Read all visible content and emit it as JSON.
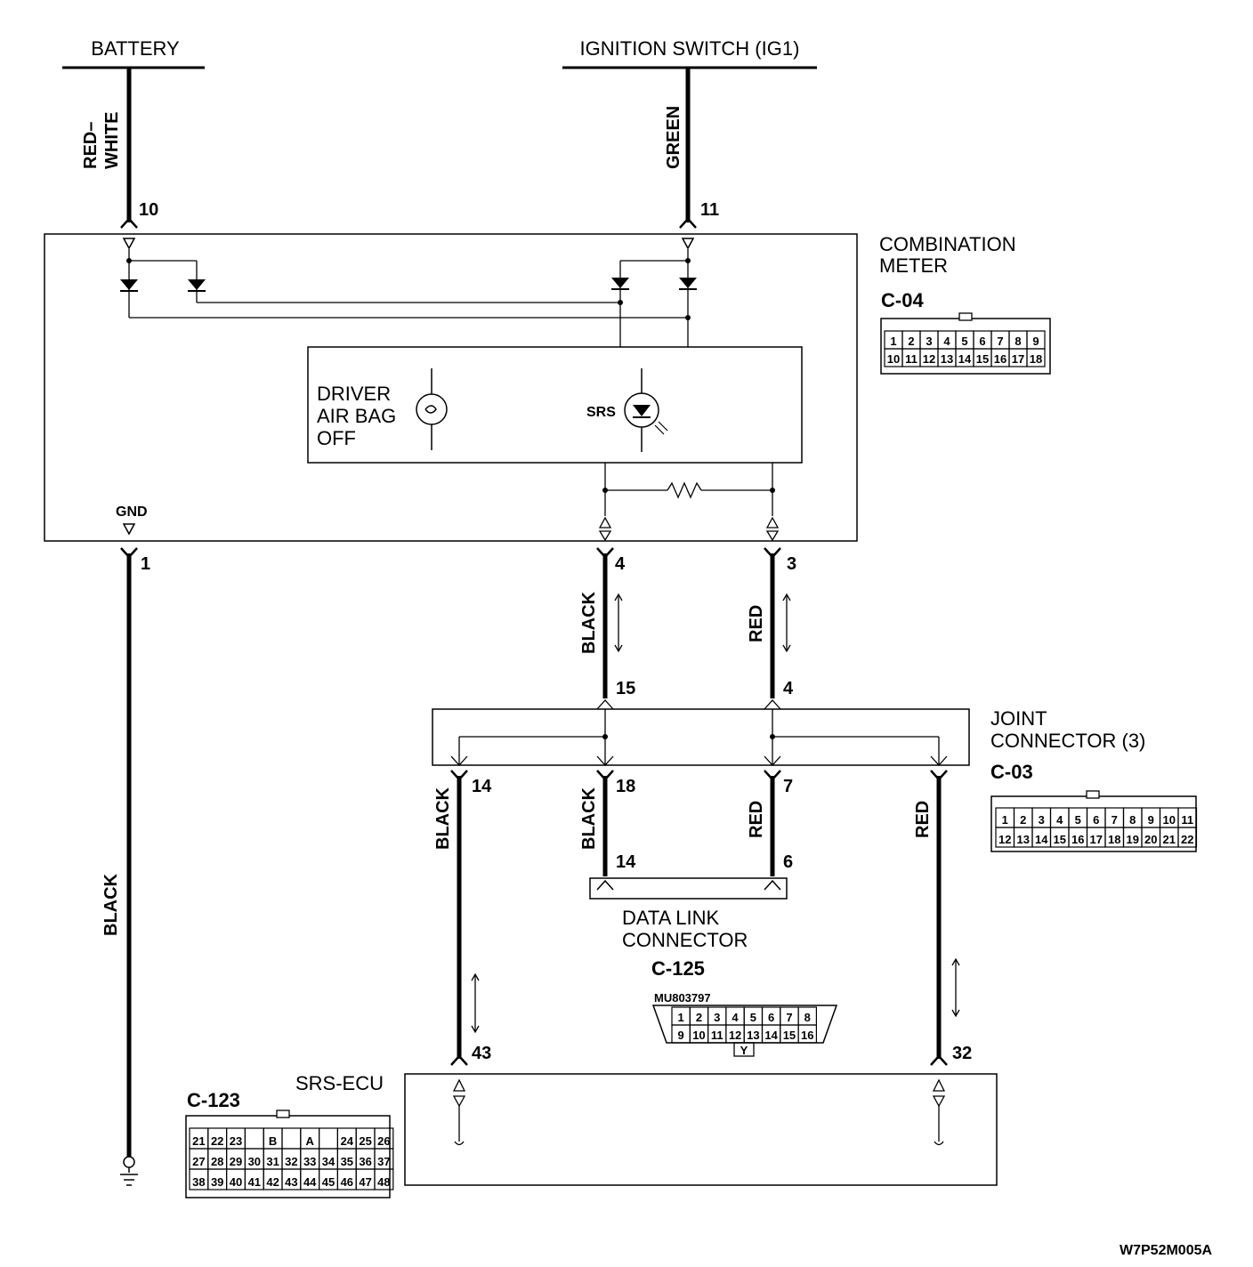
{
  "sources": {
    "battery": "BATTERY",
    "ignition": "IGNITION SWITCH (IG1)"
  },
  "wires": {
    "battery": "RED–\nWHITE",
    "battery_line1": "RED–",
    "battery_line2": "WHITE",
    "ignition": "GREEN",
    "gnd": "BLACK",
    "meter4": "BLACK",
    "meter3": "RED",
    "jc14": "BLACK",
    "jc18": "BLACK",
    "jc7": "RED",
    "jc_right": "RED"
  },
  "pins": {
    "battery": "10",
    "ignition": "11",
    "gnd": "1",
    "meter4": "4",
    "meter3": "3",
    "jc15": "15",
    "jc4": "4",
    "jc14": "14",
    "jc18": "18",
    "jc7": "7",
    "dlc14": "14",
    "dlc6": "6",
    "ecu43": "43",
    "ecu32": "32"
  },
  "combination_meter": {
    "name_line1": "COMBINATION",
    "name_line2": "METER",
    "connector": "C-04",
    "gnd_label": "GND",
    "driver_airbag_line1": "DRIVER",
    "driver_airbag_line2": "AIR BAG",
    "driver_airbag_line3": "OFF",
    "srs_label": "SRS",
    "grid_row1": [
      "1",
      "2",
      "3",
      "4",
      "5",
      "6",
      "7",
      "8",
      "9"
    ],
    "grid_row2": [
      "10",
      "11",
      "12",
      "13",
      "14",
      "15",
      "16",
      "17",
      "18"
    ]
  },
  "joint_connector": {
    "name_line1": "JOINT",
    "name_line2": "CONNECTOR (3)",
    "connector": "C-03",
    "grid_row1": [
      "1",
      "2",
      "3",
      "4",
      "5",
      "6",
      "7",
      "8",
      "9",
      "10",
      "11"
    ],
    "grid_row2": [
      "12",
      "13",
      "14",
      "15",
      "16",
      "17",
      "18",
      "19",
      "20",
      "21",
      "22"
    ]
  },
  "data_link": {
    "name_line1": "DATA LINK",
    "name_line2": "CONNECTOR",
    "connector": "C-125",
    "part_number": "MU803797",
    "grid_row1": [
      "1",
      "2",
      "3",
      "4",
      "5",
      "6",
      "7",
      "8"
    ],
    "grid_row2": [
      "9",
      "10",
      "11",
      "12",
      "13",
      "14",
      "15",
      "16"
    ],
    "key": "Y"
  },
  "srs_ecu": {
    "name": "SRS-ECU",
    "connector": "C-123",
    "grid_row1": [
      "21",
      "22",
      "23",
      "",
      "B",
      "",
      "A",
      "",
      "24",
      "25",
      "26"
    ],
    "grid_row2": [
      "27",
      "28",
      "29",
      "30",
      "31",
      "32",
      "33",
      "34",
      "35",
      "36",
      "37"
    ],
    "grid_row3": [
      "38",
      "39",
      "40",
      "41",
      "42",
      "43",
      "44",
      "45",
      "46",
      "47",
      "48"
    ]
  },
  "diagram_code": "W7P52M005A"
}
